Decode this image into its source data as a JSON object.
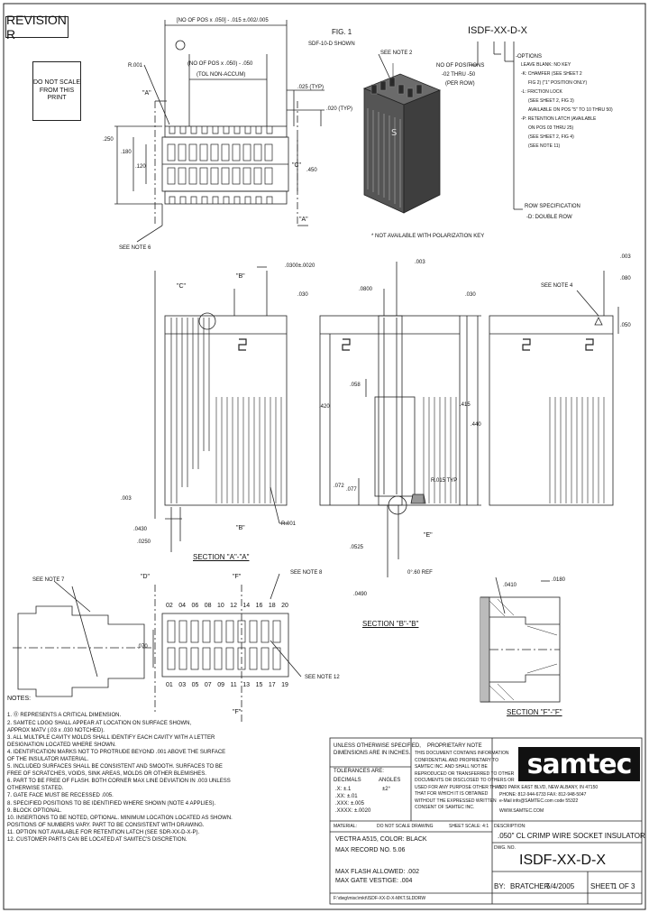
{
  "revision": "REVISION R",
  "do_not_scale": "DO NOT SCALE FROM THIS PRINT",
  "fig_title": "FIG. 1",
  "fig_subtitle": "SDF-10-D SHOWN",
  "part_number_header": "ISDF-XX-D-X",
  "options": {
    "no_positions_label": "NO OF POSITIONS",
    "no_positions_range": "-02 THRU -50",
    "no_positions_unit": "(PER ROW)",
    "opt_title": "-OPTIONS",
    "opt_lines": [
      "LEAVE BLANK: NO KEY",
      "-K: CHAMFER (SEE SHEET 2",
      "FIG 2) (\"1\" POSITION ONLY)",
      "-L: FRICTION LOCK",
      "(SEE SHEET 2, FIG 3)",
      "AVAILABLE ON POS \"5\" TO 10 THRU 50)",
      "-P: RETENTION LATCH (AVAILABLE",
      "ON POS 03 THRU 25)",
      "(SEE SHEET 2, FIG 4)",
      "(SEE NOTE 11)"
    ],
    "row_spec": "ROW SPECIFICATION",
    "row_value": "-D: DOUBLE ROW",
    "polarization_note": "* NOT AVAILABLE WITH POLARIZATION KEY"
  },
  "dims_top": {
    "overall": "[NO OF POS x .050] - .015 ±.002/.005",
    "tol_accum": "(NO OF POS x .050) - .050",
    "no_accum": "(TOL NON-ACCUM)",
    "r001": "R.001",
    "a_mark": "\"A\"",
    "d025": ".025 (TYP)",
    "d020": ".020 (TYP)",
    "d250": ".250",
    "d180": ".180",
    "d120": ".120",
    "d450": ".450",
    "see_note_2": "SEE NOTE 2",
    "see_note_6": "SEE NOTE 6",
    "c_mark": "\"C\""
  },
  "section_aa": {
    "title": "SECTION \"A\"-\"A\"",
    "b_mark": "\"B\"",
    "c_mark": "\"C\"",
    "d0300": ".0300±.0020",
    "d030": ".030",
    "d0430": ".0430",
    "d0250": ".0250",
    "flat": ".003",
    "r001": "R.001"
  },
  "section_bb": {
    "title": "SECTION \"B\"-\"B\"",
    "d0800": ".0800",
    "flat": ".003",
    "d058": ".058",
    "d420": ".420",
    "d415": ".415",
    "d440": ".440",
    "d072": ".072",
    "d077": ".077",
    "r015": "R.015 TYP",
    "e_mark": "\"E\"",
    "d0525": ".0525",
    "ref": "0°.60 REF",
    "d0490": ".0490"
  },
  "side_view": {
    "see_note_4": "SEE NOTE 4",
    "d003": ".003",
    "d080": ".080",
    "d030": ".030",
    "d050": ".050"
  },
  "view_e": {
    "see_note_7": "SEE NOTE 7",
    "d070": ".070"
  },
  "view_d": {
    "d_mark": "\"D\"",
    "f_mark": "\"F\"",
    "see_note_8": "SEE NOTE 8",
    "see_note_12": "SEE NOTE 12",
    "top_numbers": [
      "02",
      "04",
      "06",
      "08",
      "10",
      "12",
      "14",
      "16",
      "18",
      "20"
    ],
    "bottom_numbers": [
      "01",
      "03",
      "05",
      "07",
      "09",
      "11",
      "13",
      "15",
      "17",
      "19"
    ]
  },
  "section_ff": {
    "title": "SECTION \"F\"-\"F\"",
    "d0180": ".0180",
    "d0410": ".0410"
  },
  "notes": {
    "heading": "NOTES:",
    "lines": [
      "1. ⓪ REPRESENTS A CRITICAL DIMENSION.",
      "2. SAMTEC LOGO SHALL APPEAR AT LOCATION ON SURFACE SHOWN,",
      "   APPROX MATV (.03 x .030 NOTCHED).",
      "3. ALL MULTIPLE CAVITY MOLDS SHALL IDENTIFY EACH CAVITY WITH A LETTER",
      "   DESIGNATION LOCATED WHERE SHOWN.",
      "4. IDENTIFICATION MARKS NOT TO PROTRUDE BEYOND .001 ABOVE THE SURFACE",
      "   OF THE INSULATOR MATERIAL.",
      "5. INCLUDED SURFACES SHALL BE CONSISTENT AND SMOOTH. SURFACES TO BE",
      "   FREE OF SCRATCHES, VOIDS, SINK AREAS, MOLDS OR OTHER BLEMISHES.",
      "6. PART TO BE FREE OF FLASH. BOTH CORNER MAX LINE DEVIATION IN .003 UNLESS",
      "   OTHERWISE STATED.",
      "7. GATE FACE MUST BE RECESSED .005.",
      "8. SPECIFIED POSITIONS TO BE IDENTIFIED WHERE SHOWN (NOTE 4 APPLIES).",
      "9. BLOCK OPTIONAL.",
      "10. INSERTIONS TO BE NOTED, OPTIONAL. MINIMUM LOCATION LOCATED AS SHOWN.",
      "    POSITIONS OF NUMBERS VARY. PART TO BE CONSISTENT WITH DRAWING.",
      "11. OPTION NOT AVAILABLE FOR RETENTION LATCH (SEE SDR-XX-D-X-P).",
      "12. CUSTOMER PARTS CAN BE LOCATED AT SAMTEC'S DISCRETION."
    ]
  },
  "title_block": {
    "unless": "UNLESS OTHERWISE SPECIFIED,",
    "dims_in": "DIMENSIONS ARE IN INCHES.",
    "tolerances": "TOLERANCES ARE:",
    "decimals": "DECIMALS",
    "angles": "ANGLES",
    "tol_lines": [
      ".X: ±.1",
      ".XX: ±.01",
      ".XXX: ±.005",
      ".XXXX: ±.0020"
    ],
    "angle_tol": "±2°",
    "proprietary": "PROPRIETARY NOTE",
    "prop_text": [
      "THIS DOCUMENT CONTAINS INFORMATION",
      "CONFIDENTIAL AND PROPRIETARY TO",
      "SAMTEC INC. AND SHALL NOT BE",
      "REPRODUCED OR TRANSFERRED TO OTHER",
      "DOCUMENTS OR DISCLOSED TO OTHERS OR",
      "USED FOR ANY PURPOSE OTHER THAN",
      "THAT FOR WHICH IT IS OBTAINED",
      "WITHOUT THE EXPRESSED WRITTEN",
      "CONSENT OF SAMTEC INC."
    ],
    "material_label": "MATERIAL:",
    "material_lines": [
      "VECTRA A515, COLOR: BLACK",
      "MAX RECORD NO. 5.06"
    ],
    "process": "MAX FLASH ALLOWED: .002",
    "process2": "MAX GATE VESTIGE: .004",
    "file": "F:\\dwg\\misc\\mkt\\ISDF-XX-D-X-MKT.SLDDRW",
    "do_not_scale": "DO NOT SCALE DRAWING",
    "sheet_scale": "SHEET SCALE: 4:1",
    "samtec": "samtec",
    "address": [
      "520 PARK EAST BLVD, NEW ALBANY, IN 47150",
      "PHONE: 812-944-6733   FAX: 812-948-5047",
      "e-Mail info@SAMTEC.com   code 55322"
    ],
    "web": "WWW.SAMTEC.COM",
    "code": "code 55322",
    "description_label": "DESCRIPTION:",
    "description": ".050\" CL CRIMP WIRE SOCKET INSULATOR",
    "dwg_label": "DWG. NO.",
    "dwg_no": "ISDF-XX-D-X",
    "by_label": "BY:",
    "by": "BRATCHER",
    "date": "5/4/2005",
    "sheet_label": "SHEET",
    "sheet": "1 OF 3"
  }
}
